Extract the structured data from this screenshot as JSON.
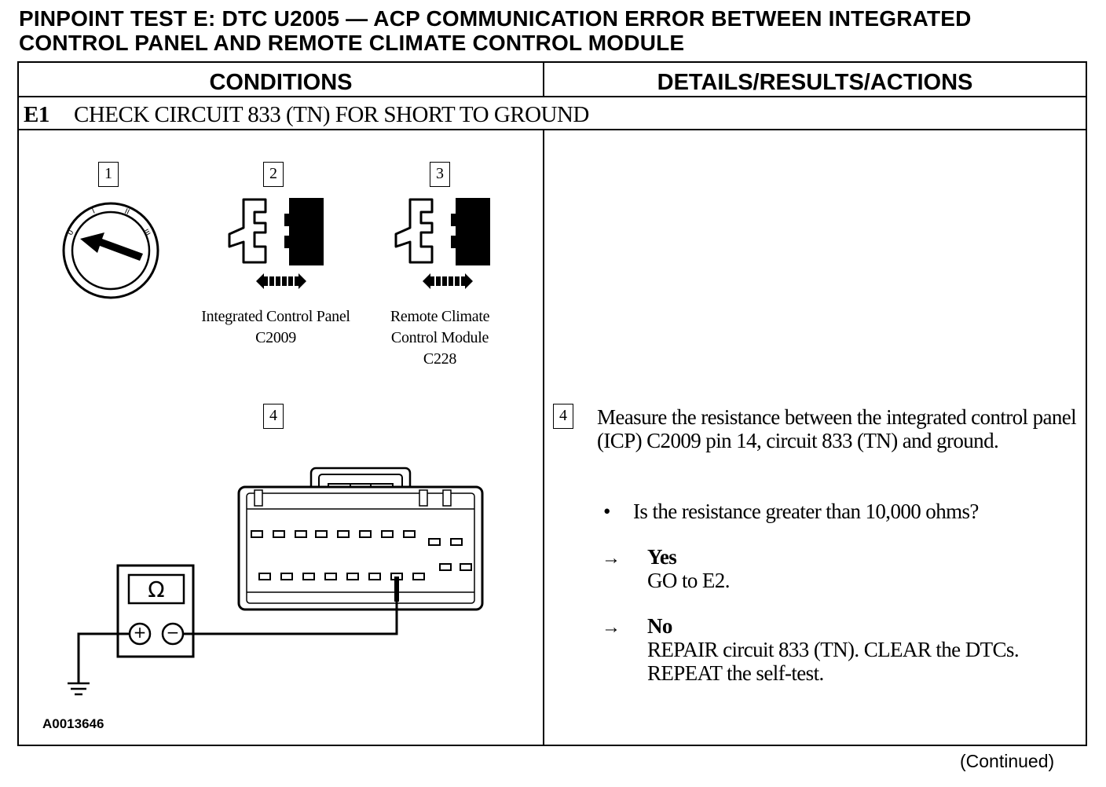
{
  "title": {
    "line1": "PINPOINT TEST E:  DTC U2005 — ACP COMMUNICATION ERROR BETWEEN INTEGRATED",
    "line2": "CONTROL PANEL AND REMOTE CLIMATE CONTROL MODULE"
  },
  "table": {
    "col_conditions": "CONDITIONS",
    "col_details": "DETAILS/RESULTS/ACTIONS"
  },
  "step": {
    "id": "E1",
    "title": "CHECK CIRCUIT 833 (TN) FOR SHORT TO GROUND"
  },
  "figure": {
    "steps": [
      "1",
      "2",
      "3",
      "4"
    ],
    "connector_icp": {
      "line1": "Integrated Control Panel",
      "line2": "C2009"
    },
    "connector_rccm": {
      "line1": "Remote Climate",
      "line2": "Control Module",
      "line3": "C228"
    },
    "meter_symbol": "Ω",
    "meter_plus": "+",
    "meter_minus": "−",
    "figure_code": "A0013646"
  },
  "details": {
    "step_number": "4",
    "instruction": "Measure the resistance between the integrated control panel (ICP) C2009 pin 14, circuit 833 (TN) and ground.",
    "bullet": "•",
    "question": "Is the resistance greater than 10,000 ohms?",
    "arrow": "→",
    "yes_label": "Yes",
    "yes_action": "GO to E2.",
    "no_label": "No",
    "no_action_line1": "REPAIR circuit 833 (TN). CLEAR the DTCs.",
    "no_action_line2": "REPEAT the self-test."
  },
  "footer": {
    "continued": "(Continued)"
  }
}
